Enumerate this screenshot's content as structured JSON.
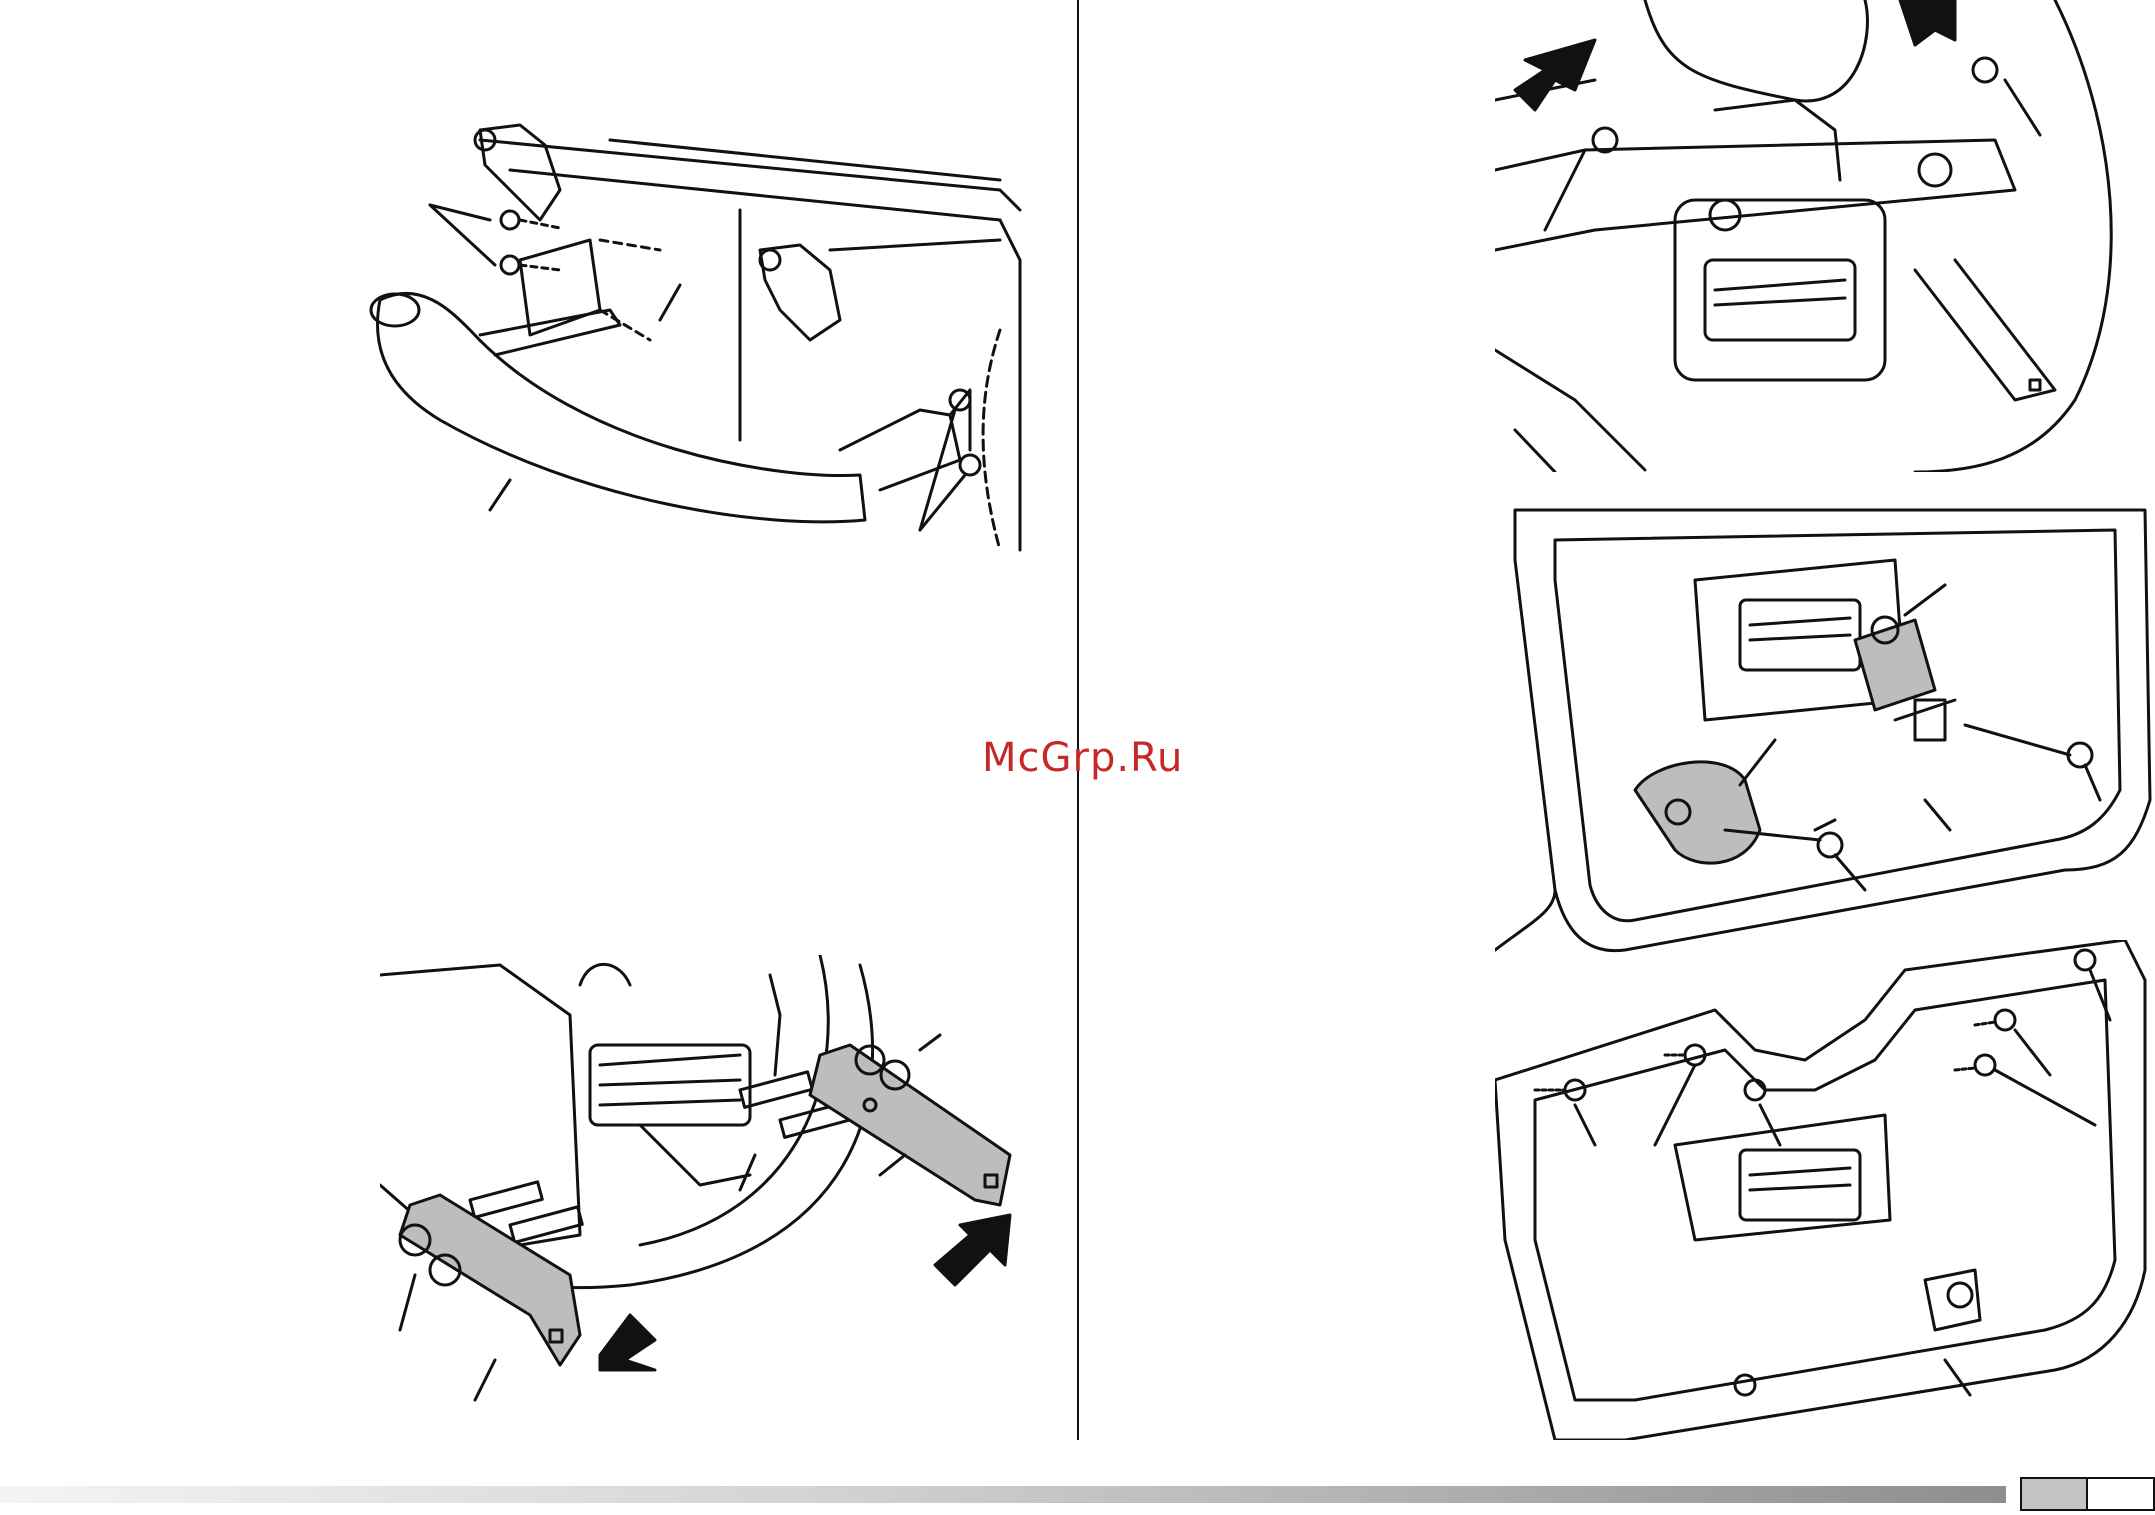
{
  "watermark": {
    "text": "McGrp.Ru"
  },
  "figures": [
    {
      "name": "bumper-install"
    },
    {
      "name": "bracket-install"
    },
    {
      "name": "hitch-plate-top"
    },
    {
      "name": "hitch-plate-middle"
    },
    {
      "name": "hitch-plate-bottom"
    }
  ],
  "footer": {
    "page_number": ""
  },
  "colors": {
    "line": "#111111",
    "watermark": "#c62828",
    "footer_dark": "#8e8e8e"
  }
}
